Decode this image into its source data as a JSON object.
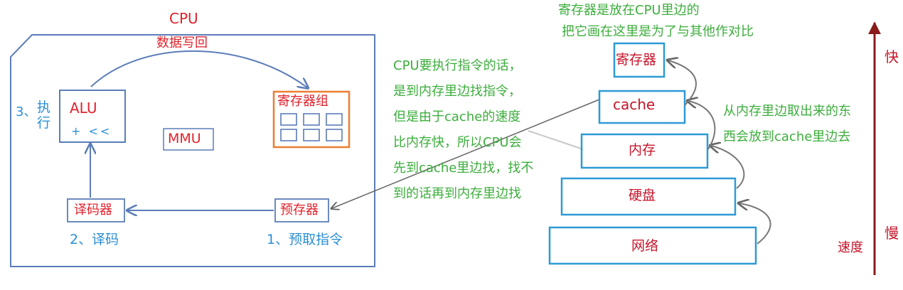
{
  "cpu": {
    "title": "CPU",
    "writeback_label": "数据写回",
    "alu_label": "ALU",
    "alu_ops": "+ <<",
    "mmu_label": "MMU",
    "register_group_label": "寄存器组",
    "decoder_label": "译码器",
    "prefetcher_label": "预存器",
    "step_execute_num": "3、",
    "step_execute_text_1": "执",
    "step_execute_text_2": "行",
    "step_decode": "2、译码",
    "step_prefetch": "1、预取指令"
  },
  "hierarchy": {
    "register": "寄存器",
    "cache": "cache",
    "memory": "内存",
    "disk": "硬盘",
    "network": "网络"
  },
  "notes": {
    "register_note_1": "寄存器是放在CPU里边的",
    "register_note_2": "把它画在这里是为了与其他作对比",
    "cpu_note": [
      "CPU要执行指令的话，",
      "是到内存里边找指令，",
      "但是由于cache的速度",
      "比内存快，所以CPU会",
      "先到cache里边找，找不",
      "到的话再到内存里边找"
    ],
    "cache_note_1": "从内存里边取出来的东",
    "cache_note_2": "西会放到cache里边去"
  },
  "speed_axis": {
    "fast": "快",
    "slow": "慢",
    "label": "速度"
  },
  "colors": {
    "box_outline": "#5b7db8",
    "register_outline": "#ed7d31",
    "hierarchy_outline": "#2e9ad6",
    "axis": "#8b1a1a"
  }
}
